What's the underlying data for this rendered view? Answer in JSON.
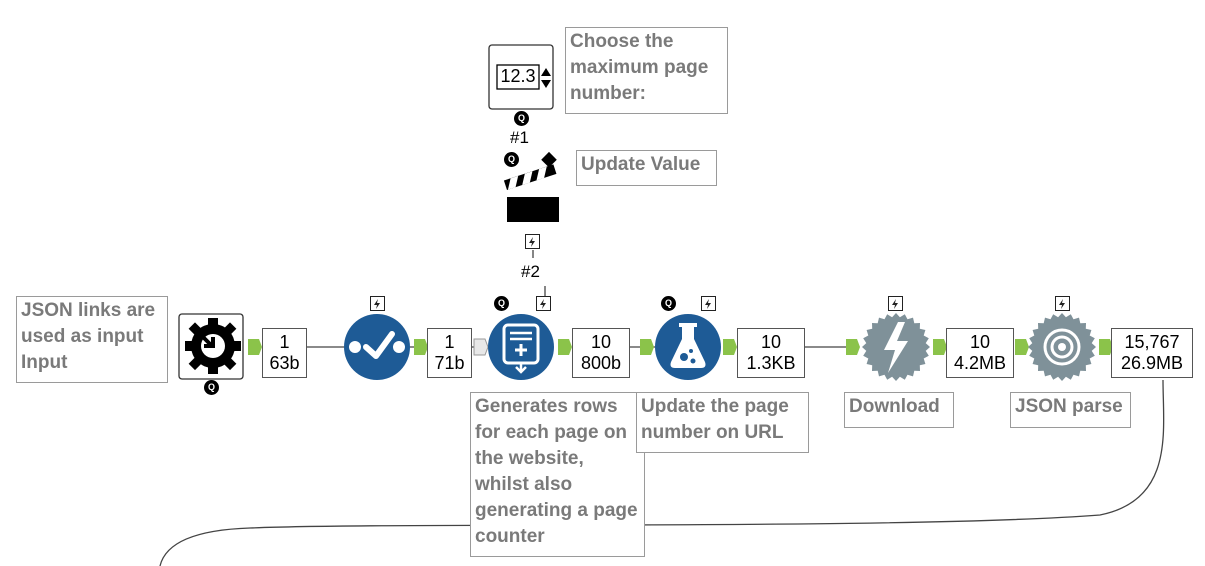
{
  "annotations": {
    "numeric_up_down": "Choose the maximum page number:",
    "update_value": "Update Value",
    "json_links": "JSON links are used as input Input",
    "generate_rows": "Generates rows for each page on the website, whilst also generating a page counter",
    "formula": "Update the page number on URL",
    "download": "Download",
    "json_parse": "JSON parse"
  },
  "numeric_control": {
    "value": "12.3"
  },
  "tags": {
    "control_id": "#1",
    "action_id": "#2"
  },
  "badges": {
    "quick": "Q"
  },
  "stats": [
    {
      "records": "1",
      "size": "63b"
    },
    {
      "records": "1",
      "size": "71b"
    },
    {
      "records": "10",
      "size": "800b"
    },
    {
      "records": "10",
      "size": "1.3KB"
    },
    {
      "records": "10",
      "size": "4.2MB"
    },
    {
      "records": "15,767",
      "size": "26.9MB"
    }
  ],
  "colors": {
    "tool_blue": "#1e5b96",
    "tool_gray": "#7f9199",
    "connector_green": "#8bc34a",
    "annotation_text": "#7a7a7a"
  },
  "icons": [
    "macro-input-icon",
    "select-icon",
    "generate-rows-icon",
    "formula-icon",
    "download-icon",
    "json-parse-icon",
    "numeric-up-down-icon",
    "action-clapper-icon"
  ]
}
